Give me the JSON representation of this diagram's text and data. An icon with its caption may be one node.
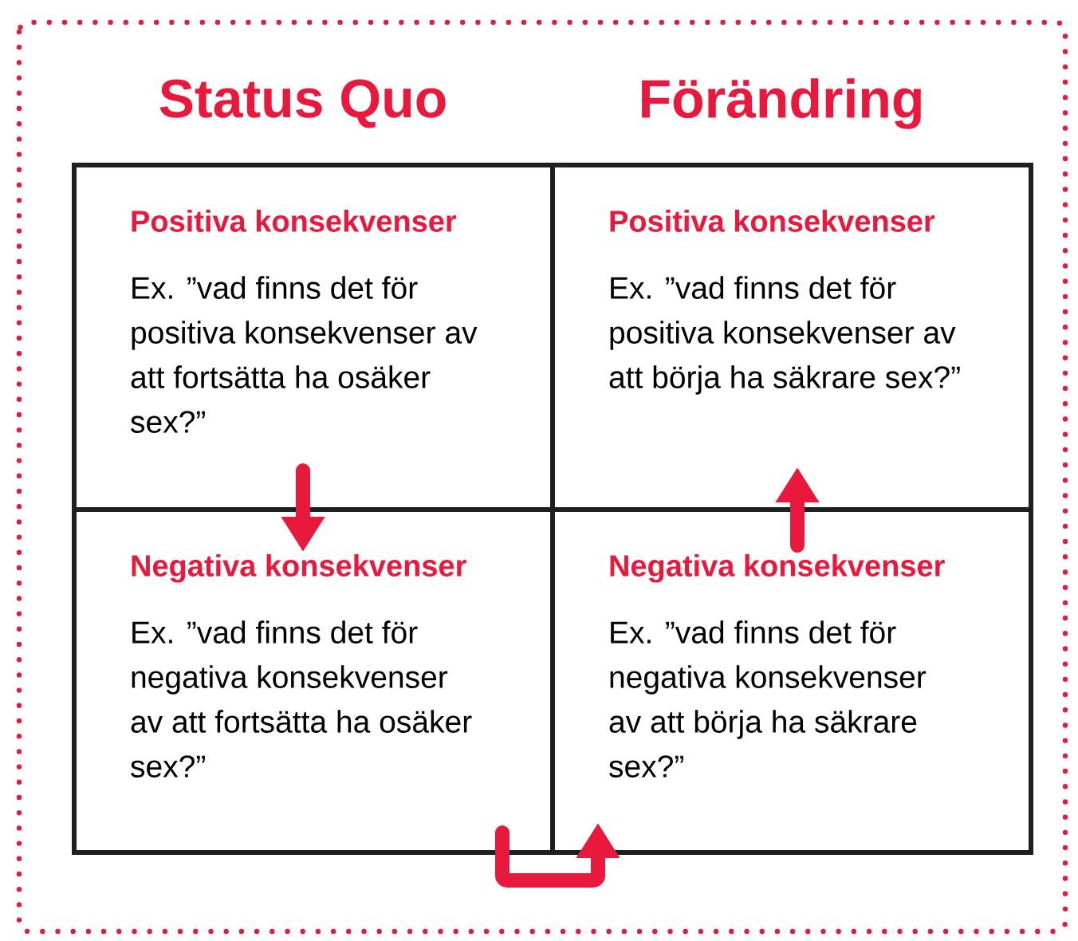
{
  "diagram": {
    "nodes": [
      {
        "text": [
          "Positiva konsekvenser",
          "Ex. ”vad finns det för positiva konsekvenser av att fortsätta ha osäker sex?”"
        ]
      },
      {
        "text": [
          "Positiva konsekvenser",
          "Ex. ”vad finns det för positiva konsekvenser av att börja ha säkrare sex?”"
        ]
      },
      {
        "text": [
          "Negativa konsekvenser",
          "Ex. ”vad finns det för negativa konsekvenser av att fortsätta ha osäker sex?”"
        ]
      },
      {
        "text": [
          "Negativa konsekvenser",
          "Ex. ”vad finns det för negativa konsekvenser av att börja ha säkrare sex?”"
        ]
      }
    ],
    "edges": [
      {
        "from": 0,
        "to": 2,
        "arrow": "to"
      },
      {
        "from": 2,
        "to": 3,
        "arrow": "to"
      },
      {
        "from": 3,
        "to": 1,
        "arrow": "to"
      }
    ],
    "labels": [
      "Status Quo",
      "Förändring"
    ]
  }
}
